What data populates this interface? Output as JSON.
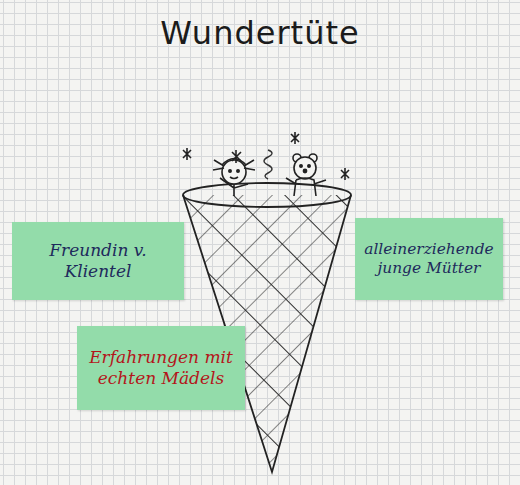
{
  "diagram": {
    "title": "Wundertüte",
    "nodes": [
      {
        "text": [
          "Freundin v. Klientel"
        ]
      },
      {
        "text": [
          "alleinerziehende junge Mütter"
        ]
      },
      {
        "text": [
          "Erfahrungen mit echten Mädels"
        ]
      }
    ]
  }
}
